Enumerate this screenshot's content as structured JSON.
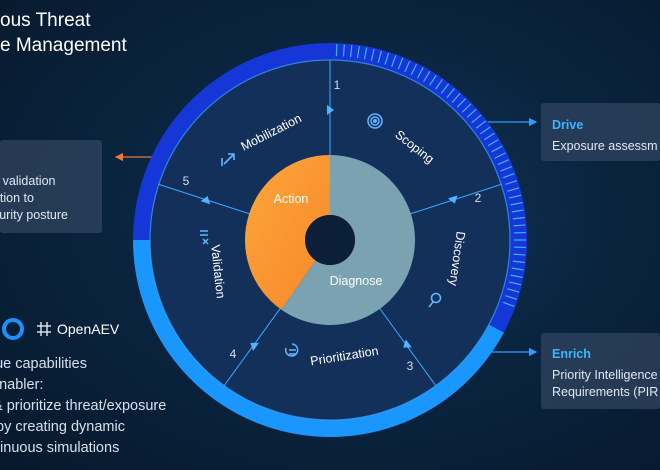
{
  "title": {
    "line1": "ous Threat",
    "line2": "e Management"
  },
  "left_card": {
    "lines": [
      "us validation",
      "dation to",
      "ecurity posture"
    ]
  },
  "drive_card": {
    "heading": "Drive",
    "text": "Exposure assessm"
  },
  "enrich_card": {
    "heading": "Enrich",
    "lines": [
      "Priority Intelligence",
      "Requirements (PIR"
    ]
  },
  "brand": {
    "name": "OpenAEV",
    "icon": "openaev-logo-icon"
  },
  "bottom_text": {
    "lines": [
      "que capabilities",
      "enabler:",
      "& prioritize threat/exposure",
      "by creating dynamic",
      "tinuous simulations"
    ]
  },
  "diagram": {
    "inner": {
      "action": "Action",
      "diagnose": "Diagnose"
    },
    "steps": [
      {
        "number": "1",
        "label": "Scoping",
        "icon": "target-icon"
      },
      {
        "number": "2",
        "label": "Discovery",
        "icon": "magnifier-icon"
      },
      {
        "number": "3",
        "label": "Prioritization",
        "icon": "prioritize-icon"
      },
      {
        "number": "4",
        "label": "Validation",
        "icon": "validation-icon"
      },
      {
        "number": "5",
        "label": "Mobilization",
        "icon": "mobilize-icon"
      }
    ]
  },
  "colors": {
    "accent_blue": "#1ea0ff",
    "ring_dark_blue": "#1637d8",
    "action_orange": "#ff9a2a",
    "diagnose_teal": "#7aa2b0",
    "arrow_orange": "#e8783a",
    "arrow_blue": "#2f9bff"
  }
}
